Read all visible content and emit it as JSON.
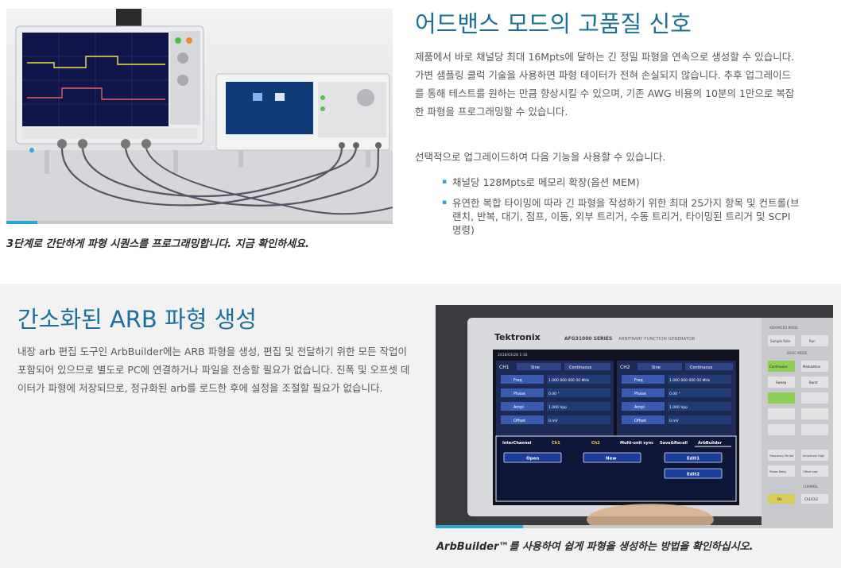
{
  "section1": {
    "title": "어드밴스 모드의 고품질 신호",
    "paragraph1": "제품에서 바로 채널당 최대 16Mpts에 달하는 긴 정밀 파형을 연속으로 생성할 수 있습니다. 가변 샘플링 클럭 기술을 사용하면 파형 데이터가 전혀 손실되지 않습니다. 추후 업그레이드를 통해 테스트를 원하는 만큼 향상시킬 수 있으며, 기존 AWG 비용의 10분의 1만으로 복잡한 파형을 프로그래밍할 수 있습니다.",
    "paragraph2": "선택적으로 업그레이드하여 다음 기능을 사용할 수 있습니다.",
    "bullets": [
      "채널당 128Mpts로 메모리 확장(옵션 MEM)",
      "유연한 복합 타이밍에 따라 긴 파형을 작성하기 위한 최대 25가지 항목 및 컨트롤(브랜치, 반복, 대기, 점프, 이동, 외부 트리거, 수동 트리거, 타이밍된 트리거 및 SCPI 명령)"
    ],
    "video_caption": "3단계로 간단하게 파형 시퀀스를 프로그래밍합니다. 지금 확인하세요.",
    "video_progress": 0.08
  },
  "section2": {
    "title": "간소화된 ARB 파형 생성",
    "paragraph": "내장 arb 편집 도구인 ArbBuilder에는 ARB 파형을 생성, 편집 및 전달하기 위한 모든 작업이 포함되어 있으므로 별도로 PC에 연결하거나 파일을 전송할 필요가 없습니다. 진폭 및 오프셋 데이터가 파형에 저장되므로, 정규화된 arb를 로드한 후에 설정을 조절할 필요가 없습니다.",
    "video_caption": "ArbBuilder™를 사용하여 쉽게 파형을 생성하는 방법을 확인하십시오.",
    "video_progress": 0.22,
    "device": {
      "brand": "Tektronix",
      "model": "AFG31000 SERIES",
      "model_sub": "ARBITRARY FUNCTION GENERATOR",
      "date": "2018/03/28 1:16",
      "ch1_label": "CH1",
      "ch2_label": "CH2",
      "wave": "Sine",
      "mode": "Continuous",
      "rows": [
        {
          "label": "Freq",
          "value": "1.000 000 000 00 MHz"
        },
        {
          "label": "Phase",
          "value": "0.00 °"
        },
        {
          "label": "Ampl",
          "value": "1.000 Vpp"
        },
        {
          "label": "Offset",
          "value": "0 mV"
        }
      ],
      "tabs": [
        "InterChannel",
        "Ch1",
        "Ch2",
        "Multi-unit sync",
        "Save&Recall",
        "ArbBuilder"
      ],
      "buttons": [
        "Open",
        "New",
        "Edit1",
        "Edit2"
      ],
      "side_header": "ADVANCED MODE",
      "side_btn1": "Sample Rate",
      "side_btn2": "Run",
      "basic_header": "BASIC MODE",
      "side_labels": [
        "Continuous",
        "Modulation",
        "Sweep",
        "Burst"
      ],
      "channel_header": "CHANNEL",
      "on_label": "On",
      "ch_key": "Ch1/Ch2",
      "side_small": [
        "Frequency Period",
        "Amplitude High",
        "Phase Delay",
        "Offset Low"
      ]
    }
  }
}
